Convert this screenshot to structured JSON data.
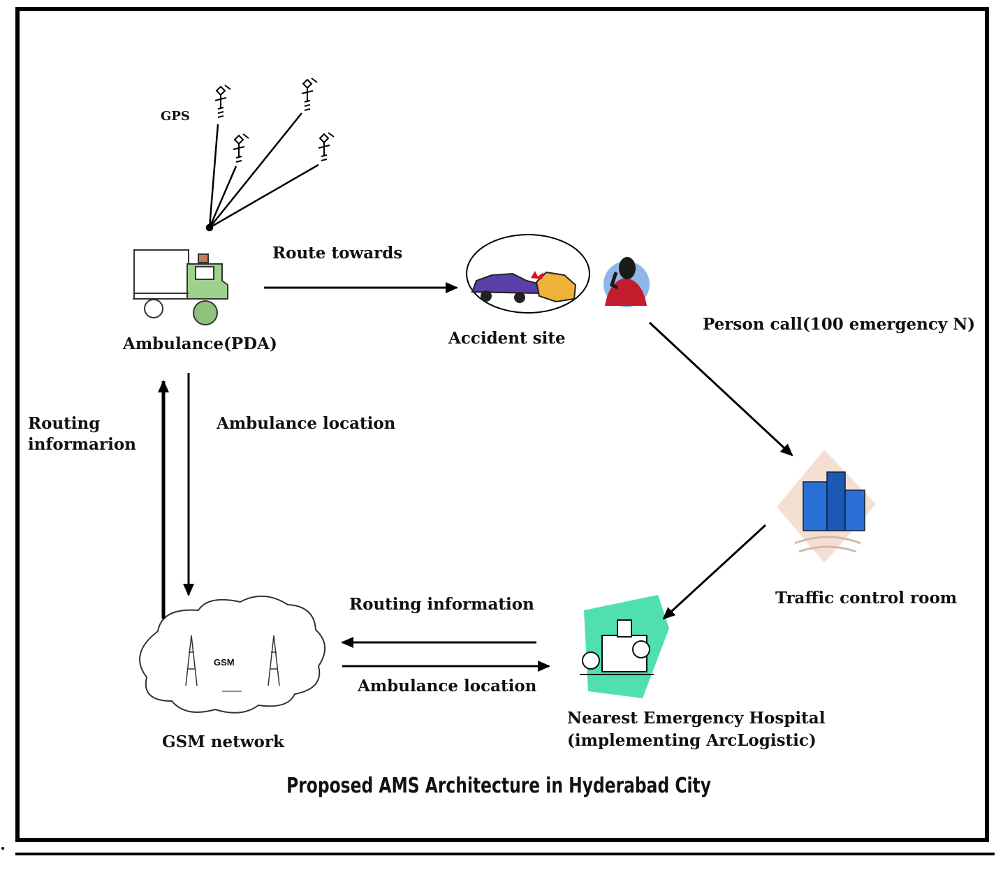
{
  "title": "Proposed AMS Architecture in Hyderabad City",
  "nodes": {
    "gps": "GPS",
    "ambulance": "Ambulance(PDA)",
    "accident": "Accident site",
    "traffic": "Traffic control room",
    "gsm_network": "GSM network",
    "gsm_inner": "GSM",
    "hospital_line1": "Nearest Emergency Hospital",
    "hospital_line2": "(implementing ArcLogistic)"
  },
  "edges": {
    "route_towards": "Route towards",
    "person_call": "Person call(100 emergency N)",
    "routing_left_1": "Routing",
    "routing_left_2": "informarion",
    "ambulance_location_top": "Ambulance location",
    "routing_information": "Routing information",
    "ambulance_location_bottom": "Ambulance location"
  },
  "colors": {
    "ambulance_cab": "#9ed28c",
    "car_purple": "#5b3fa8",
    "car_yellow": "#f0b23a",
    "hospital_bg": "#50e0b0",
    "building_blue": "#2a6fd6",
    "person_red": "#c21d2d"
  }
}
